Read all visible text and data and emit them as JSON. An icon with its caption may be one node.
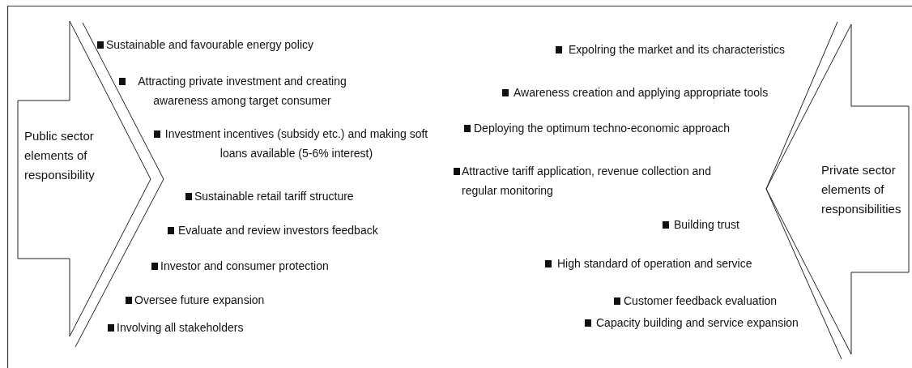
{
  "diagram": {
    "nodes": [
      {
        "text": [
          "Public sector elements of responsibility"
        ]
      },
      {
        "text": [
          "Private sector elements of responsibilities"
        ]
      }
    ],
    "edges": [],
    "labels": [
      "Sustainable and favourable energy policy",
      "Attracting private investment and creating awareness among target consumer",
      "Investment incentives (subsidy etc.) and making soft loans available (5-6% interest)",
      "Sustainable retail tariff structure",
      "Evaluate and review investors feedback",
      "Investor and consumer protection",
      "Oversee future expansion",
      "Involving all stakeholders",
      "Expolring the market and its characteristics",
      "Awareness creation and applying appropriate tools",
      "Deploying the optimum techno-economic approach",
      "Attractive tariff application, revenue collection and regular monitoring",
      "Building trust",
      "High standard of operation and service",
      "Customer feedback evaluation",
      "Capacity building and service expansion"
    ]
  }
}
